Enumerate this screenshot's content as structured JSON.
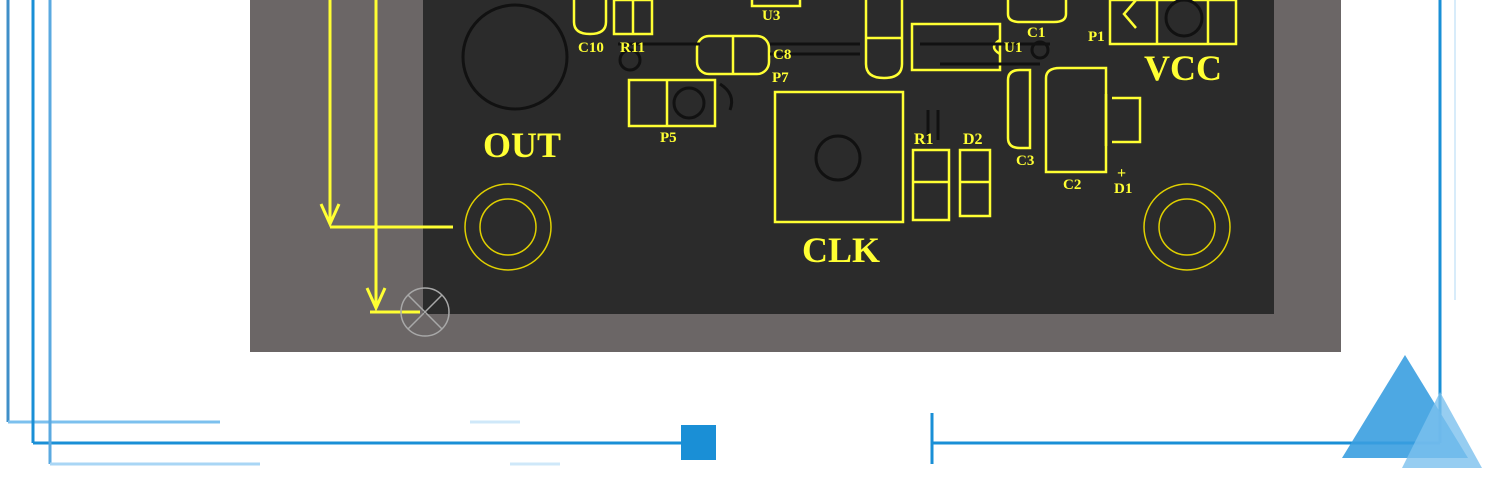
{
  "colors": {
    "board": "#2b2b2b",
    "board_outline": "#6b6666",
    "silkscreen": "#ffff33",
    "pad_ring": "#e0d000",
    "frame_blue": "#1a8fd6",
    "frame_light": "#4aa8e6"
  },
  "labels": {
    "out": "OUT",
    "clk": "CLK",
    "vcc": "VCC",
    "c10": "C10",
    "r11": "R11",
    "u3": "U3",
    "c8": "C8",
    "p7": "P7",
    "u1": "U1",
    "c1": "C1",
    "p1": "P1",
    "p5": "P5",
    "r1": "R1",
    "d2": "D2",
    "c3": "C3",
    "c2": "C2",
    "d1": "D1",
    "plus": "+"
  }
}
